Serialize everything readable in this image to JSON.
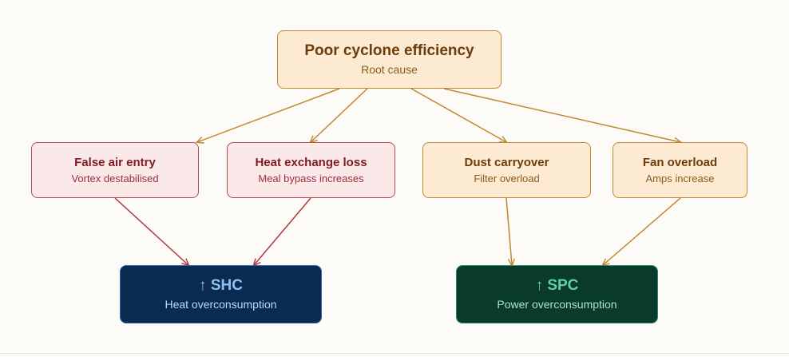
{
  "root": {
    "title": "Poor cyclone efficiency",
    "subtitle": "Root cause"
  },
  "causes": [
    {
      "title": "False air entry",
      "subtitle": "Vortex destabilised",
      "tone": "red"
    },
    {
      "title": "Heat exchange loss",
      "subtitle": "Meal bypass increases",
      "tone": "red"
    },
    {
      "title": "Dust carryover",
      "subtitle": "Filter overload",
      "tone": "orange"
    },
    {
      "title": "Fan overload",
      "subtitle": "Amps increase",
      "tone": "orange"
    }
  ],
  "outcomes": [
    {
      "title": "↑ SHC",
      "subtitle": "Heat overconsumption"
    },
    {
      "title": "↑ SPC",
      "subtitle": "Power overconsumption"
    }
  ],
  "colors": {
    "orange_edge": "#c0892e",
    "red_edge": "#b0373d",
    "shc_fill": "#0b2a52",
    "spc_fill": "#0a3a2c"
  }
}
